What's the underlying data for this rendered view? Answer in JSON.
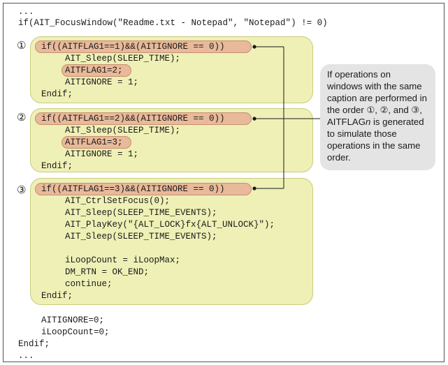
{
  "code": {
    "l01": "...",
    "l02": "if(AIT_FocusWindow(\"Readme.txt - Notepad\", \"Notepad\") != 0)",
    "b1_l1": "if((AITFLAG1==1)&&(AITIGNORE == 0))",
    "b1_l2": "AIT_Sleep(SLEEP_TIME);",
    "b1_l3": "AITFLAG1=2;",
    "b1_l4": "AITIGNORE = 1;",
    "b1_l5": "Endif;",
    "b2_l1": "if((AITFLAG1==2)&&(AITIGNORE == 0))",
    "b2_l2": "AIT_Sleep(SLEEP_TIME);",
    "b2_l3": "AITFLAG1=3;",
    "b2_l4": "AITIGNORE = 1;",
    "b2_l5": "Endif;",
    "b3_l1": "if((AITFLAG1==3)&&(AITIGNORE == 0))",
    "b3_l2": "AIT_CtrlSetFocus(0);",
    "b3_l3": "AIT_Sleep(SLEEP_TIME_EVENTS);",
    "b3_l4": "AIT_PlayKey(\"{ALT_LOCK}fx{ALT_UNLOCK}\");",
    "b3_l5": "AIT_Sleep(SLEEP_TIME_EVENTS);",
    "b3_l6": "iLoopCount = iLoopMax;",
    "b3_l7": "DM_RTN = OK_END;",
    "b3_l8": "continue;",
    "b3_l9": "Endif;",
    "t1": "AITIGNORE=0;",
    "t2": "iLoopCount=0;",
    "t3": "Endif;",
    "t4": "..."
  },
  "markers": {
    "m1": "①",
    "m2": "②",
    "m3": "③"
  },
  "callout": {
    "part1": "If operations on windows with the same caption are performed in the order ①, ②, and ③, AITFLAG",
    "italic": "n",
    "part2": " is generated to simulate those operations in the same order."
  },
  "colors": {
    "block_fill": "#eef0b6",
    "highlight_fill": "#e8b99a",
    "callout_fill": "#e4e4e4",
    "connector": "#1a1a1a"
  }
}
